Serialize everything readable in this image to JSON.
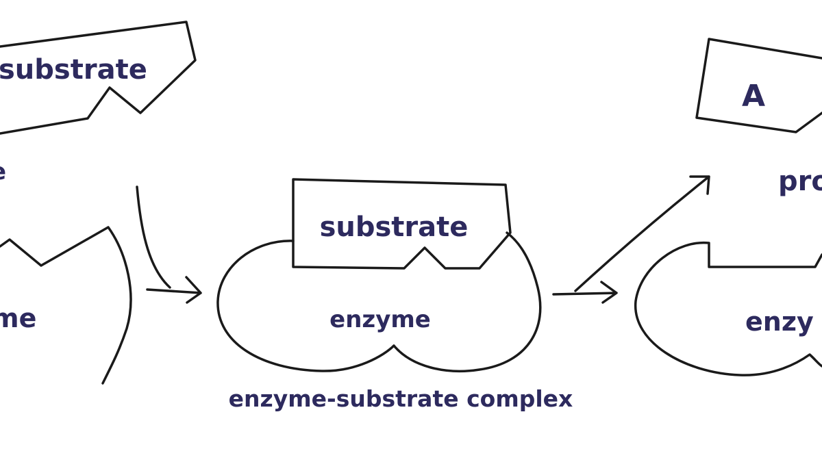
{
  "colors": {
    "text": "#2d2a5e",
    "lines": "#1a1a1a"
  },
  "left": {
    "substrate_label": "substrate",
    "fragment_label": "e",
    "enzyme_fragment": "me"
  },
  "center": {
    "substrate_label": "substrate",
    "enzyme_label": "enzyme",
    "caption": "enzyme-substrate complex"
  },
  "right": {
    "product_label": "A",
    "products_fragment": "pro",
    "enzyme_fragment": "enzy"
  }
}
